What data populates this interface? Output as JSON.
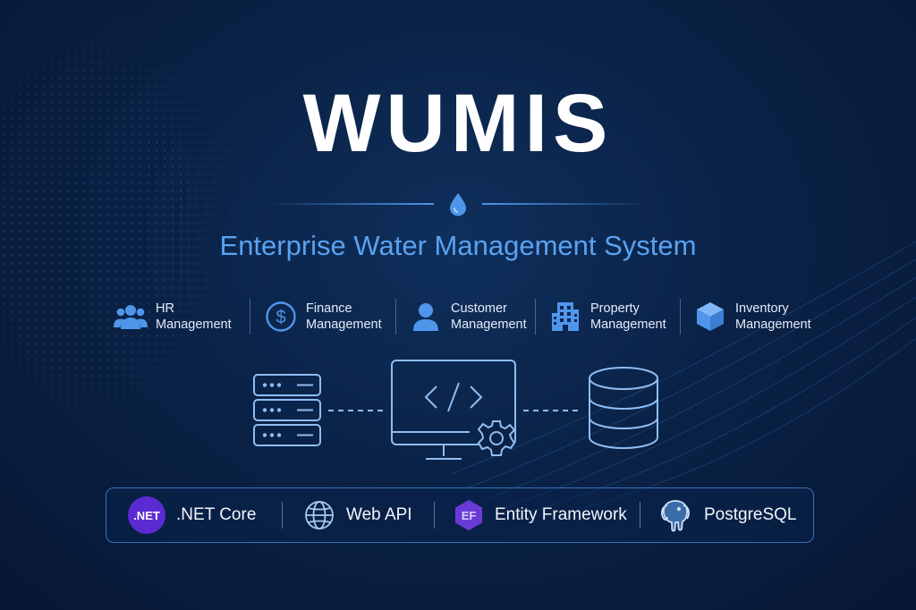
{
  "hero": {
    "title": "WUMIS",
    "subtitle": "Enterprise Water Management System"
  },
  "modules": [
    {
      "line1": "HR",
      "line2": "Management",
      "icon": "users-icon"
    },
    {
      "line1": "Finance",
      "line2": "Management",
      "icon": "dollar-circle-icon"
    },
    {
      "line1": "Customer",
      "line2": "Management",
      "icon": "user-icon"
    },
    {
      "line1": "Property",
      "line2": "Management",
      "icon": "building-icon"
    },
    {
      "line1": "Inventory",
      "line2": "Management",
      "icon": "box-icon"
    }
  ],
  "architecture": {
    "server_icon": "server-icon",
    "monitor_icon": "code-monitor-gear-icon",
    "database_icon": "database-icon"
  },
  "tech_stack": [
    {
      "label": ".NET Core",
      "badge": ".NET",
      "icon": "dotnet-logo"
    },
    {
      "label": "Web API",
      "icon": "globe-icon"
    },
    {
      "label": "Entity Framework",
      "badge": "EF",
      "icon": "ef-logo"
    },
    {
      "label": "PostgreSQL",
      "icon": "postgresql-elephant-logo"
    }
  ],
  "colors": {
    "background": "#0a2247",
    "accent": "#4f96eb",
    "subtitle": "#5aa2f0",
    "dotnet": "#5b2bd1",
    "ef": "#6a3ad8"
  }
}
